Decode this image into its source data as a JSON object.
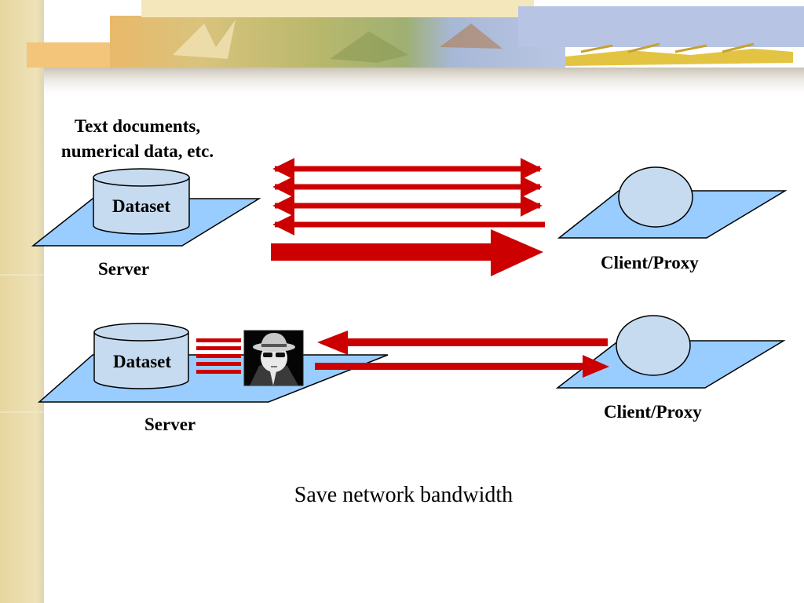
{
  "top_note": {
    "line1": "Text documents,",
    "line2": "numerical data, etc."
  },
  "scenario_1": {
    "dataset_label": "Dataset",
    "server_label": "Server",
    "client_label": "Client/Proxy"
  },
  "scenario_2": {
    "dataset_label": "Dataset",
    "server_label": "Server",
    "client_label": "Client/Proxy",
    "proxy_figure_icon": "spy-agent-icon"
  },
  "caption": "Save network bandwidth",
  "colors": {
    "arrow_red": "#cc0000",
    "platform_blue": "#99ccff",
    "cylinder_fill": "#c6dbf0",
    "sidebar_tan": "#ecdca8"
  }
}
